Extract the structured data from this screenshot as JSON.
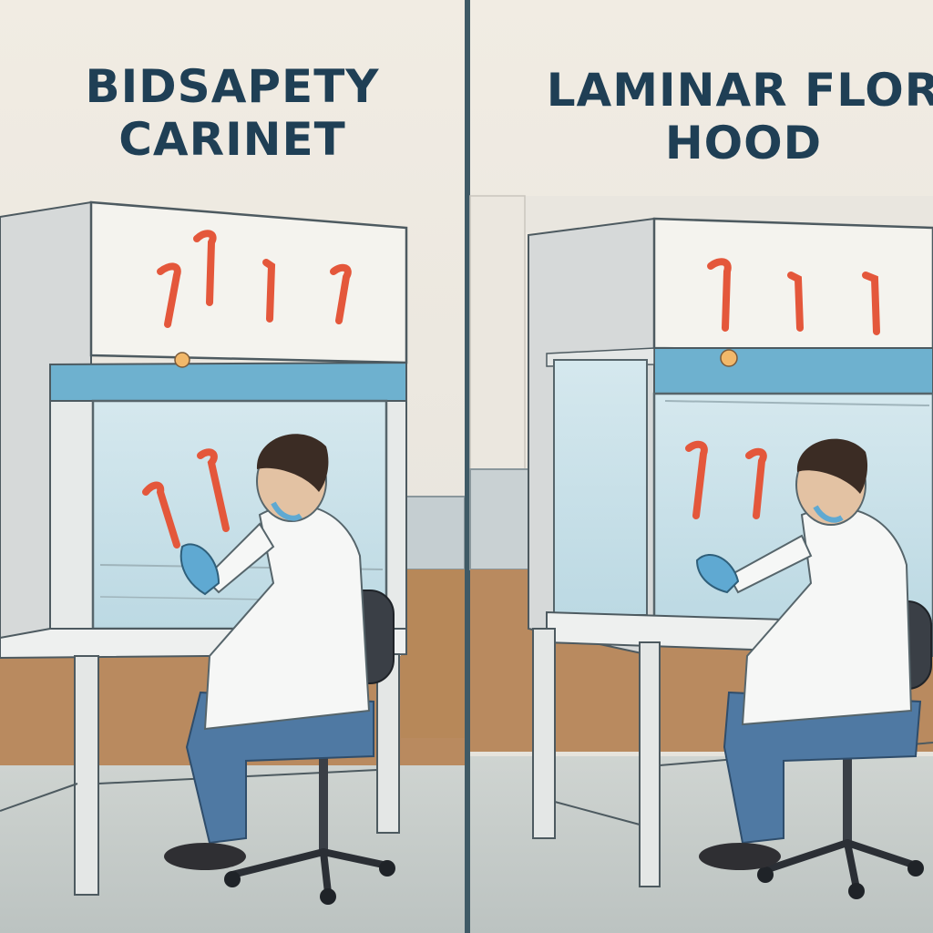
{
  "panels": [
    {
      "title_line_1": "BIDSAPETY",
      "title_line_2": "CARINET",
      "scene": "biosafety-cabinet-illustration"
    },
    {
      "title_line_1": "LAMINAR FLOR",
      "title_line_2": "HOOD",
      "scene": "laminar-flow-hood-illustration"
    }
  ],
  "colors": {
    "background": "#efe9df",
    "caption_text": "#1f3f55",
    "cabinet_body": "#e9ebe9",
    "cabinet_shade": "#d3d6d6",
    "sash_band": "#6eb1cf",
    "glass": "#cfe4ea",
    "arrows": "#e4573b",
    "counter": "#b98a5f",
    "floor": "#c4cbc9",
    "divider": "#3f5a66",
    "coat": "#f6f7f6",
    "jeans": "#4f79a3",
    "hair": "#3b2c24",
    "chair": "#3a3f46",
    "glove": "#5fa9d2"
  }
}
